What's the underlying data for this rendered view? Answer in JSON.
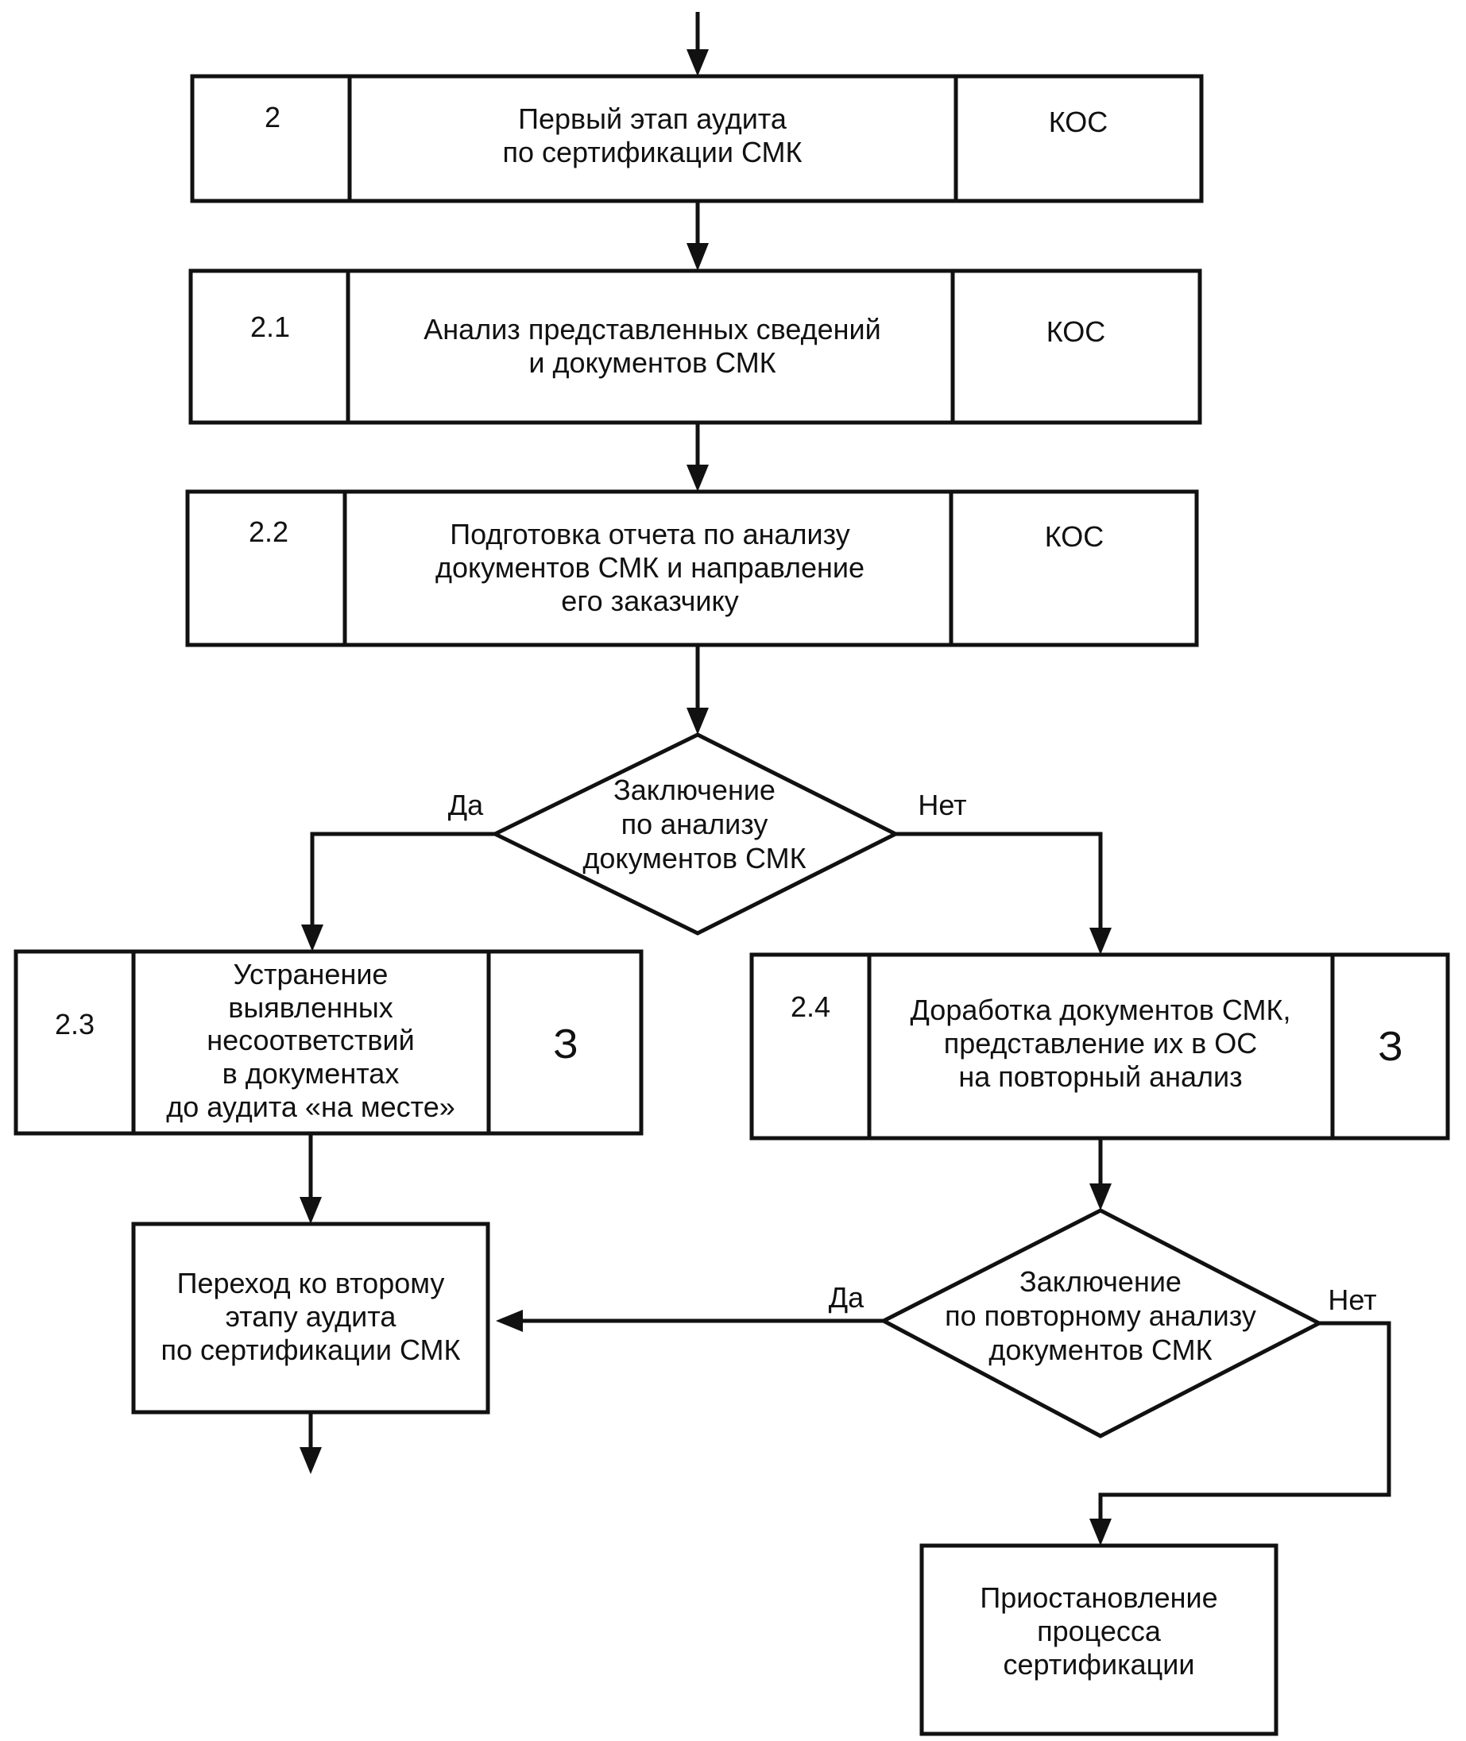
{
  "steps": {
    "s2": {
      "num": "2",
      "lines": [
        "Первый этап аудита",
        "по сертификации СМК"
      ],
      "actor": "КОС"
    },
    "s2_1": {
      "num": "2.1",
      "lines": [
        "Анализ представленных сведений",
        "и документов СМК"
      ],
      "actor": "КОС"
    },
    "s2_2": {
      "num": "2.2",
      "lines": [
        "Подготовка отчета по анализу",
        "документов СМК и направление",
        "его заказчику"
      ],
      "actor": "КОС"
    },
    "s2_3": {
      "num": "2.3",
      "lines": [
        "Устранение",
        "выявленных",
        "несоответствий",
        "в документах",
        "до аудита «на месте»"
      ],
      "actor": "З"
    },
    "s2_4": {
      "num": "2.4",
      "lines": [
        "Доработка документов СМК,",
        "представление их в ОС",
        "на повторный анализ"
      ],
      "actor": "З"
    }
  },
  "decisions": {
    "d1": {
      "lines": [
        "Заключение",
        "по анализу",
        "документов СМК"
      ],
      "yes": "Да",
      "no": "Нет"
    },
    "d2": {
      "lines": [
        "Заключение",
        "по повторному анализу",
        "документов СМК"
      ],
      "yes": "Да",
      "no": "Нет"
    }
  },
  "terminals": {
    "next_stage": {
      "lines": [
        "Переход ко второму",
        "этапу аудита",
        "по сертификации СМК"
      ]
    },
    "suspend": {
      "lines": [
        "Приостановление",
        "процесса",
        "сертификации"
      ]
    }
  }
}
